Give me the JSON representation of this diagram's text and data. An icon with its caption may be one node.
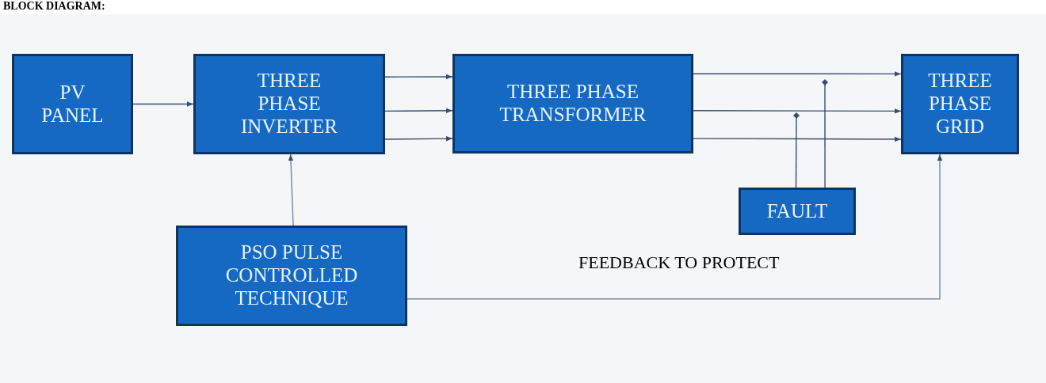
{
  "diagram": {
    "title": "BLOCK DIAGRAM:",
    "nodes": [
      {
        "text": [
          "PV PANEL"
        ]
      },
      {
        "text": [
          "THREE PHASE INVERTER"
        ]
      },
      {
        "text": [
          "THREE PHASE TRANSFORMER"
        ]
      },
      {
        "text": [
          "THREE PHASE GRID"
        ]
      },
      {
        "text": [
          "FAULT"
        ]
      },
      {
        "text": [
          "PSO PULSE CONTROLLED TECHNIQUE"
        ]
      }
    ],
    "edges": [
      {
        "from": 0,
        "to": 1,
        "arrow": "to"
      },
      {
        "from": 1,
        "to": 2,
        "arrow": "to"
      },
      {
        "from": 1,
        "to": 2,
        "arrow": "to"
      },
      {
        "from": 1,
        "to": 2,
        "arrow": "to"
      },
      {
        "from": 2,
        "to": 3,
        "arrow": "to"
      },
      {
        "from": 2,
        "to": 3,
        "arrow": "to"
      },
      {
        "from": 2,
        "to": 3,
        "arrow": "to"
      },
      {
        "from": 4,
        "to": null,
        "arrow": "other"
      },
      {
        "from": 4,
        "to": null,
        "arrow": "other"
      },
      {
        "from": 5,
        "to": 1,
        "arrow": "to"
      },
      {
        "from": 5,
        "to": 3,
        "arrow": "to",
        "label": "FEEDBACK TO PROTECT"
      }
    ]
  }
}
